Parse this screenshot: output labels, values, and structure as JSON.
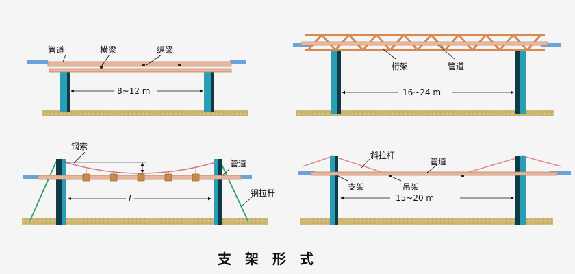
{
  "colors": {
    "background": "#f5f5f5",
    "column": "#2a9fb4",
    "column_shadow": "#0d3b47",
    "pipe": "#e9b59a",
    "truss": "#d9884f",
    "ground": "#c8b46a",
    "cable": "#c97a8a",
    "stay": "#e28a8a",
    "guy_wire": "#3aa56a",
    "water": "#6aa3d8"
  },
  "panels": {
    "p1": {
      "labels": {
        "pipe": "管道",
        "cross_beam": "横梁",
        "long_beam": "纵梁"
      },
      "span": "8~12 m"
    },
    "p2": {
      "labels": {
        "truss": "桁架",
        "pipe": "管道"
      },
      "span": "16~24 m"
    },
    "p3": {
      "labels": {
        "cable": "钢索",
        "pipe": "管道",
        "guy_rod": "钢拉杆"
      },
      "span": "l"
    },
    "p4": {
      "labels": {
        "stay_rod": "斜拉杆",
        "pipe": "管道",
        "support": "支架",
        "hanger": "吊架"
      },
      "span": "15~20 m"
    }
  },
  "caption": "支  架  形  式"
}
